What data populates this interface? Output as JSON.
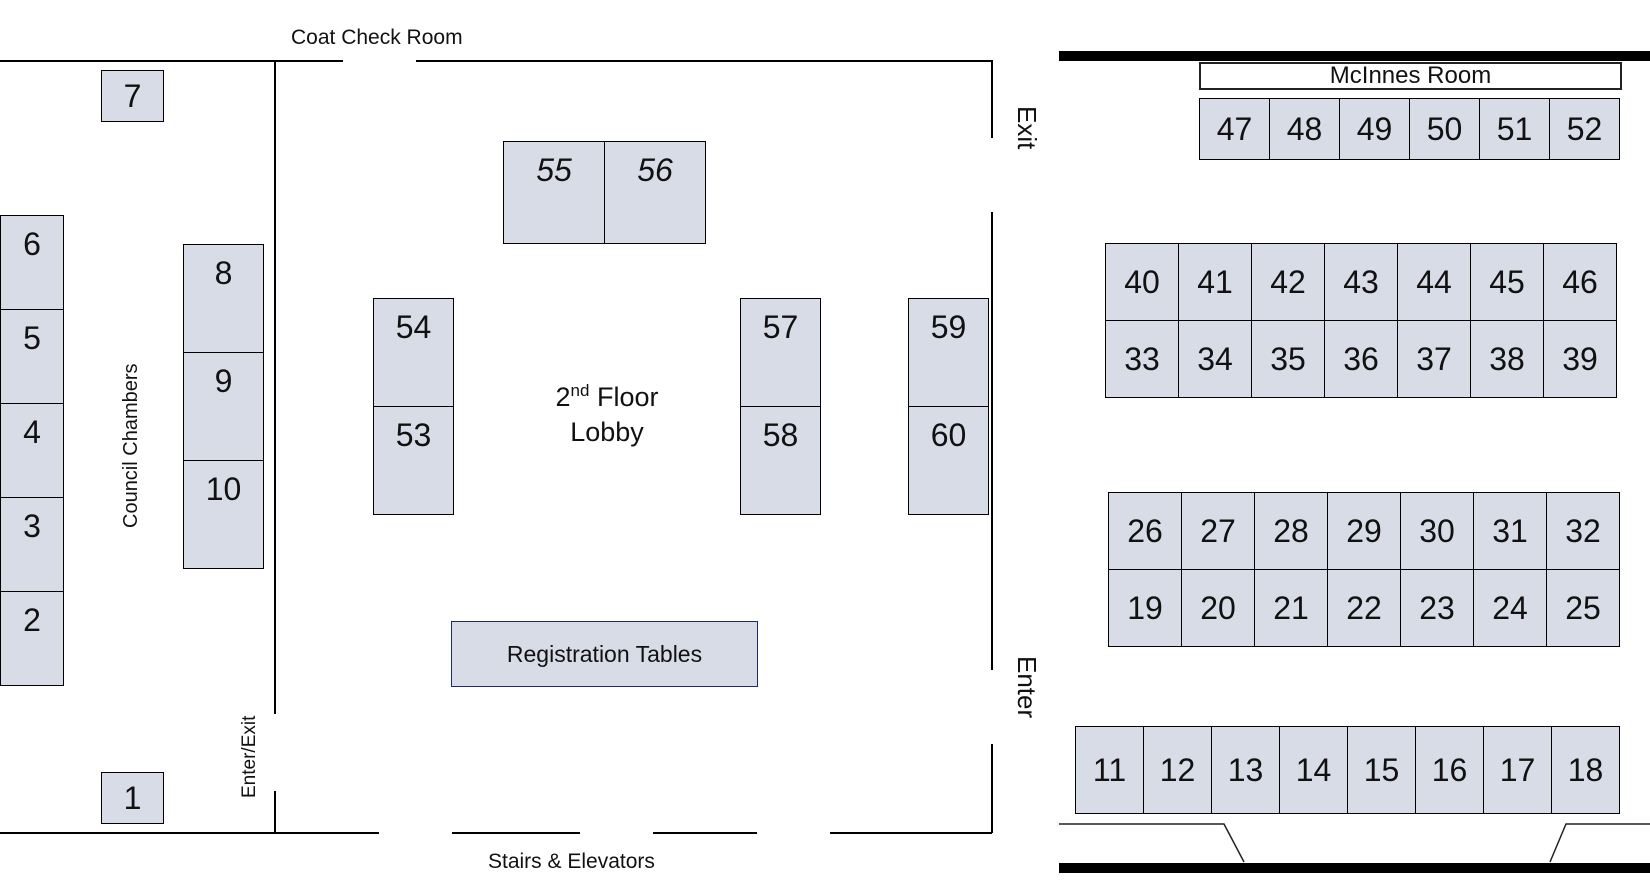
{
  "labels": {
    "coat_check": "Coat Check Room",
    "council_chambers": "Council Chambers",
    "enter_exit": "Enter/Exit",
    "lobby_prefix": "2",
    "lobby_sup": "nd",
    "lobby_floor": " Floor",
    "lobby_name": "Lobby",
    "registration": "Registration Tables",
    "stairs": "Stairs & Elevators",
    "exit": "Exit",
    "enter": "Enter",
    "mcinnes": "McInnes Room"
  },
  "booths": {
    "b1": "1",
    "b2": "2",
    "b3": "3",
    "b4": "4",
    "b5": "5",
    "b6": "6",
    "b7": "7",
    "b8": "8",
    "b9": "9",
    "b10": "10",
    "b11": "11",
    "b12": "12",
    "b13": "13",
    "b14": "14",
    "b15": "15",
    "b16": "16",
    "b17": "17",
    "b18": "18",
    "b19": "19",
    "b20": "20",
    "b21": "21",
    "b22": "22",
    "b23": "23",
    "b24": "24",
    "b25": "25",
    "b26": "26",
    "b27": "27",
    "b28": "28",
    "b29": "29",
    "b30": "30",
    "b31": "31",
    "b32": "32",
    "b33": "33",
    "b34": "34",
    "b35": "35",
    "b36": "36",
    "b37": "37",
    "b38": "38",
    "b39": "39",
    "b40": "40",
    "b41": "41",
    "b42": "42",
    "b43": "43",
    "b44": "44",
    "b45": "45",
    "b46": "46",
    "b47": "47",
    "b48": "48",
    "b49": "49",
    "b50": "50",
    "b51": "51",
    "b52": "52",
    "b53": "53",
    "b54": "54",
    "b55": "55",
    "b56": "56",
    "b57": "57",
    "b58": "58",
    "b59": "59",
    "b60": "60"
  },
  "colors": {
    "booth_fill": "#d8dce6",
    "line": "#000000",
    "registration_border": "#1f2a6b"
  }
}
